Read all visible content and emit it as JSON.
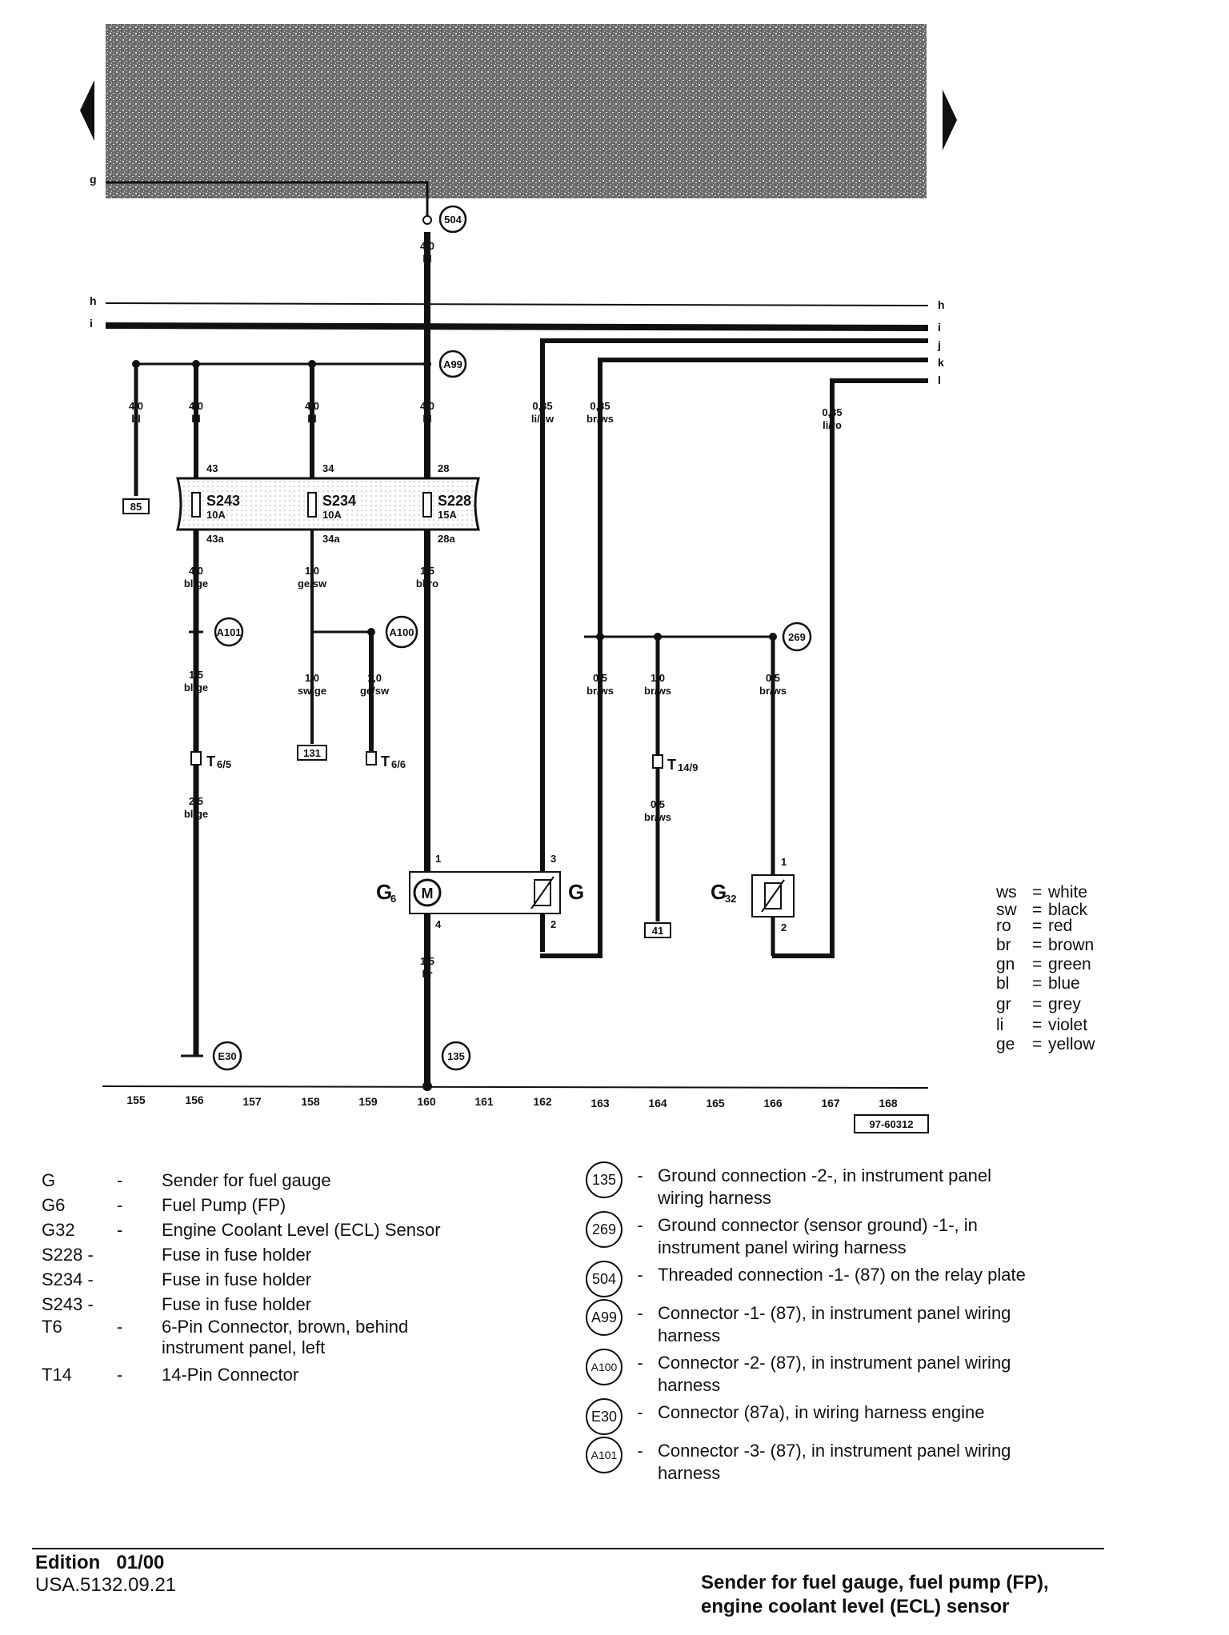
{
  "nav": {
    "prev_icon": "triangle-left-icon",
    "next_icon": "triangle-right-icon"
  },
  "edge_labels_left": [
    "g",
    "h",
    "i"
  ],
  "edge_labels_right": [
    "h",
    "i",
    "j",
    "k",
    "l"
  ],
  "ground_points": [
    "504",
    "A99",
    "A101",
    "A100",
    "269",
    "E30",
    "135"
  ],
  "fuses": [
    {
      "name": "S243",
      "rating": "10A",
      "pin_in": "43",
      "pin_out": "43a"
    },
    {
      "name": "S234",
      "rating": "10A",
      "pin_in": "34",
      "pin_out": "34a"
    },
    {
      "name": "S228",
      "rating": "15A",
      "pin_in": "28",
      "pin_out": "28a"
    }
  ],
  "wire_labels": [
    {
      "size": "4,0",
      "color": "bl"
    },
    {
      "size": "4,0",
      "color": "bl"
    },
    {
      "size": "4,0",
      "color": "bl"
    },
    {
      "size": "4,0",
      "color": "bl"
    },
    {
      "size": "4,0",
      "color": "bl"
    },
    {
      "size": "0,35",
      "color": "li/sw"
    },
    {
      "size": "0,35",
      "color": "br/ws"
    },
    {
      "size": "0,35",
      "color": "li/ro"
    },
    {
      "size": "4,0",
      "color": "bl/ge"
    },
    {
      "size": "1,0",
      "color": "ge/sw"
    },
    {
      "size": "1,5",
      "color": "bl/ro"
    },
    {
      "size": "1,5",
      "color": "bl/ge"
    },
    {
      "size": "1,0",
      "color": "sw/ge"
    },
    {
      "size": "1,0",
      "color": "ge/sw"
    },
    {
      "size": "0,5",
      "color": "br/ws"
    },
    {
      "size": "1,0",
      "color": "br/ws"
    },
    {
      "size": "0,5",
      "color": "br/ws"
    },
    {
      "size": "2,5",
      "color": "bl/ge"
    },
    {
      "size": "0,5",
      "color": "br/ws"
    },
    {
      "size": "1,5",
      "color": "br"
    }
  ],
  "terminals": [
    "85",
    "131",
    "41"
  ],
  "connectors": [
    {
      "name": "T",
      "sub": "6/5"
    },
    {
      "name": "T",
      "sub": "6/6"
    },
    {
      "name": "T",
      "sub": "14/9"
    }
  ],
  "components": {
    "g6": {
      "label": "G",
      "sub": "6",
      "motor": "M",
      "pin_top": "1",
      "pin_bottom": "4"
    },
    "g": {
      "label": "G",
      "pin_top": "3",
      "pin_bottom": "2"
    },
    "g32": {
      "label": "G",
      "sub": "32",
      "pin_top": "1",
      "pin_bottom": "2"
    }
  },
  "color_key": [
    {
      "code": "ws",
      "name": "white"
    },
    {
      "code": "sw",
      "name": "black"
    },
    {
      "code": "ro",
      "name": "red"
    },
    {
      "code": "br",
      "name": "brown"
    },
    {
      "code": "gn",
      "name": "green"
    },
    {
      "code": "bl",
      "name": "blue"
    },
    {
      "code": "gr",
      "name": "grey"
    },
    {
      "code": "li",
      "name": "violet"
    },
    {
      "code": "ge",
      "name": "yellow"
    }
  ],
  "column_numbers": [
    "155",
    "156",
    "157",
    "158",
    "159",
    "160",
    "161",
    "162",
    "163",
    "164",
    "165",
    "166",
    "167",
    "168"
  ],
  "diagram_id": "97-60312",
  "legend_left": [
    {
      "code": "G",
      "desc": "Sender for fuel gauge"
    },
    {
      "code": "G6",
      "desc": "Fuel Pump (FP)"
    },
    {
      "code": "G32",
      "desc": "Engine Coolant Level (ECL) Sensor"
    },
    {
      "code": "S228 -",
      "desc": "Fuse in fuse holder"
    },
    {
      "code": "S234 -",
      "desc": "Fuse in fuse holder"
    },
    {
      "code": "S243 -",
      "desc": "Fuse in fuse holder"
    },
    {
      "code": "T6",
      "desc": "6-Pin Connector, brown, behind instrument panel, left"
    },
    {
      "code": "T14",
      "desc": "14-Pin Connector"
    }
  ],
  "legend_right": [
    {
      "symbol": "135",
      "desc": "Ground connection -2-, in instrument panel wiring harness"
    },
    {
      "symbol": "269",
      "desc": "Ground connector (sensor ground) -1-, in instrument panel wiring harness"
    },
    {
      "symbol": "504",
      "desc": "Threaded connection -1- (87) on the relay plate"
    },
    {
      "symbol": "A99",
      "desc": "Connector -1- (87), in instrument panel wiring harness"
    },
    {
      "symbol": "A100",
      "desc": "Connector -2- (87), in instrument panel wiring harness"
    },
    {
      "symbol": "E30",
      "desc": "Connector (87a), in wiring harness engine"
    },
    {
      "symbol": "A101",
      "desc": "Connector -3- (87), in instrument panel wiring harness"
    }
  ],
  "footer": {
    "edition_label": "Edition",
    "edition_value": "01/00",
    "doc_number": "USA.5132.09.21",
    "title_line1": "Sender for fuel gauge, fuel pump (FP),",
    "title_line2": "engine coolant level (ECL) sensor"
  }
}
